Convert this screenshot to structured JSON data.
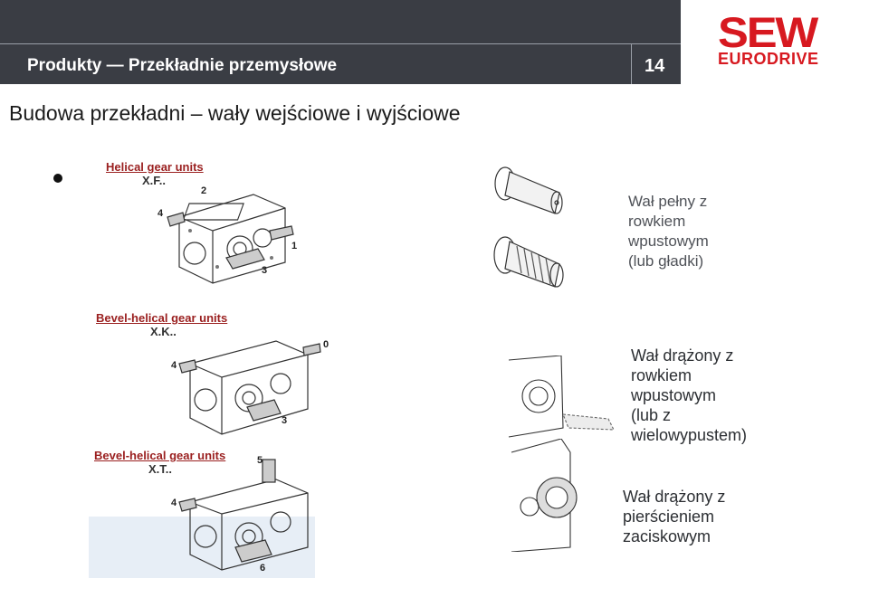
{
  "header": {
    "title": "Produkty — Przekładnie przemysłowe",
    "page_number": "14"
  },
  "logo": {
    "line1": "SEW",
    "line2": "EURODRIVE",
    "color": "#d71920"
  },
  "slide_title": "Budowa przekładni – wały wejściowe i wyjściowe",
  "figures": [
    {
      "label": "Helical gear units",
      "code": "X.F..",
      "numbers": [
        "2",
        "4",
        "1",
        "3"
      ]
    },
    {
      "label": "Bevel-helical gear units",
      "code": "X.K..",
      "numbers": [
        "0",
        "4",
        "3"
      ]
    },
    {
      "label": "Bevel-helical gear units",
      "code": "X.T..",
      "numbers": [
        "5",
        "4",
        "6"
      ]
    }
  ],
  "captions": {
    "solid_shaft": [
      "Wał pełny z",
      "rowkiem",
      "wpustowym",
      "(lub gładki)"
    ],
    "hollow_key": [
      "Wał drążony z",
      "rowkiem",
      "wpustowym",
      "(lub z",
      "wielowypustem)"
    ],
    "hollow_shrink": [
      "Wał drążony z",
      "pierścieniem",
      "zaciskowym"
    ]
  },
  "colors": {
    "header_bg": "#3a3d44",
    "accent": "#d71920"
  }
}
